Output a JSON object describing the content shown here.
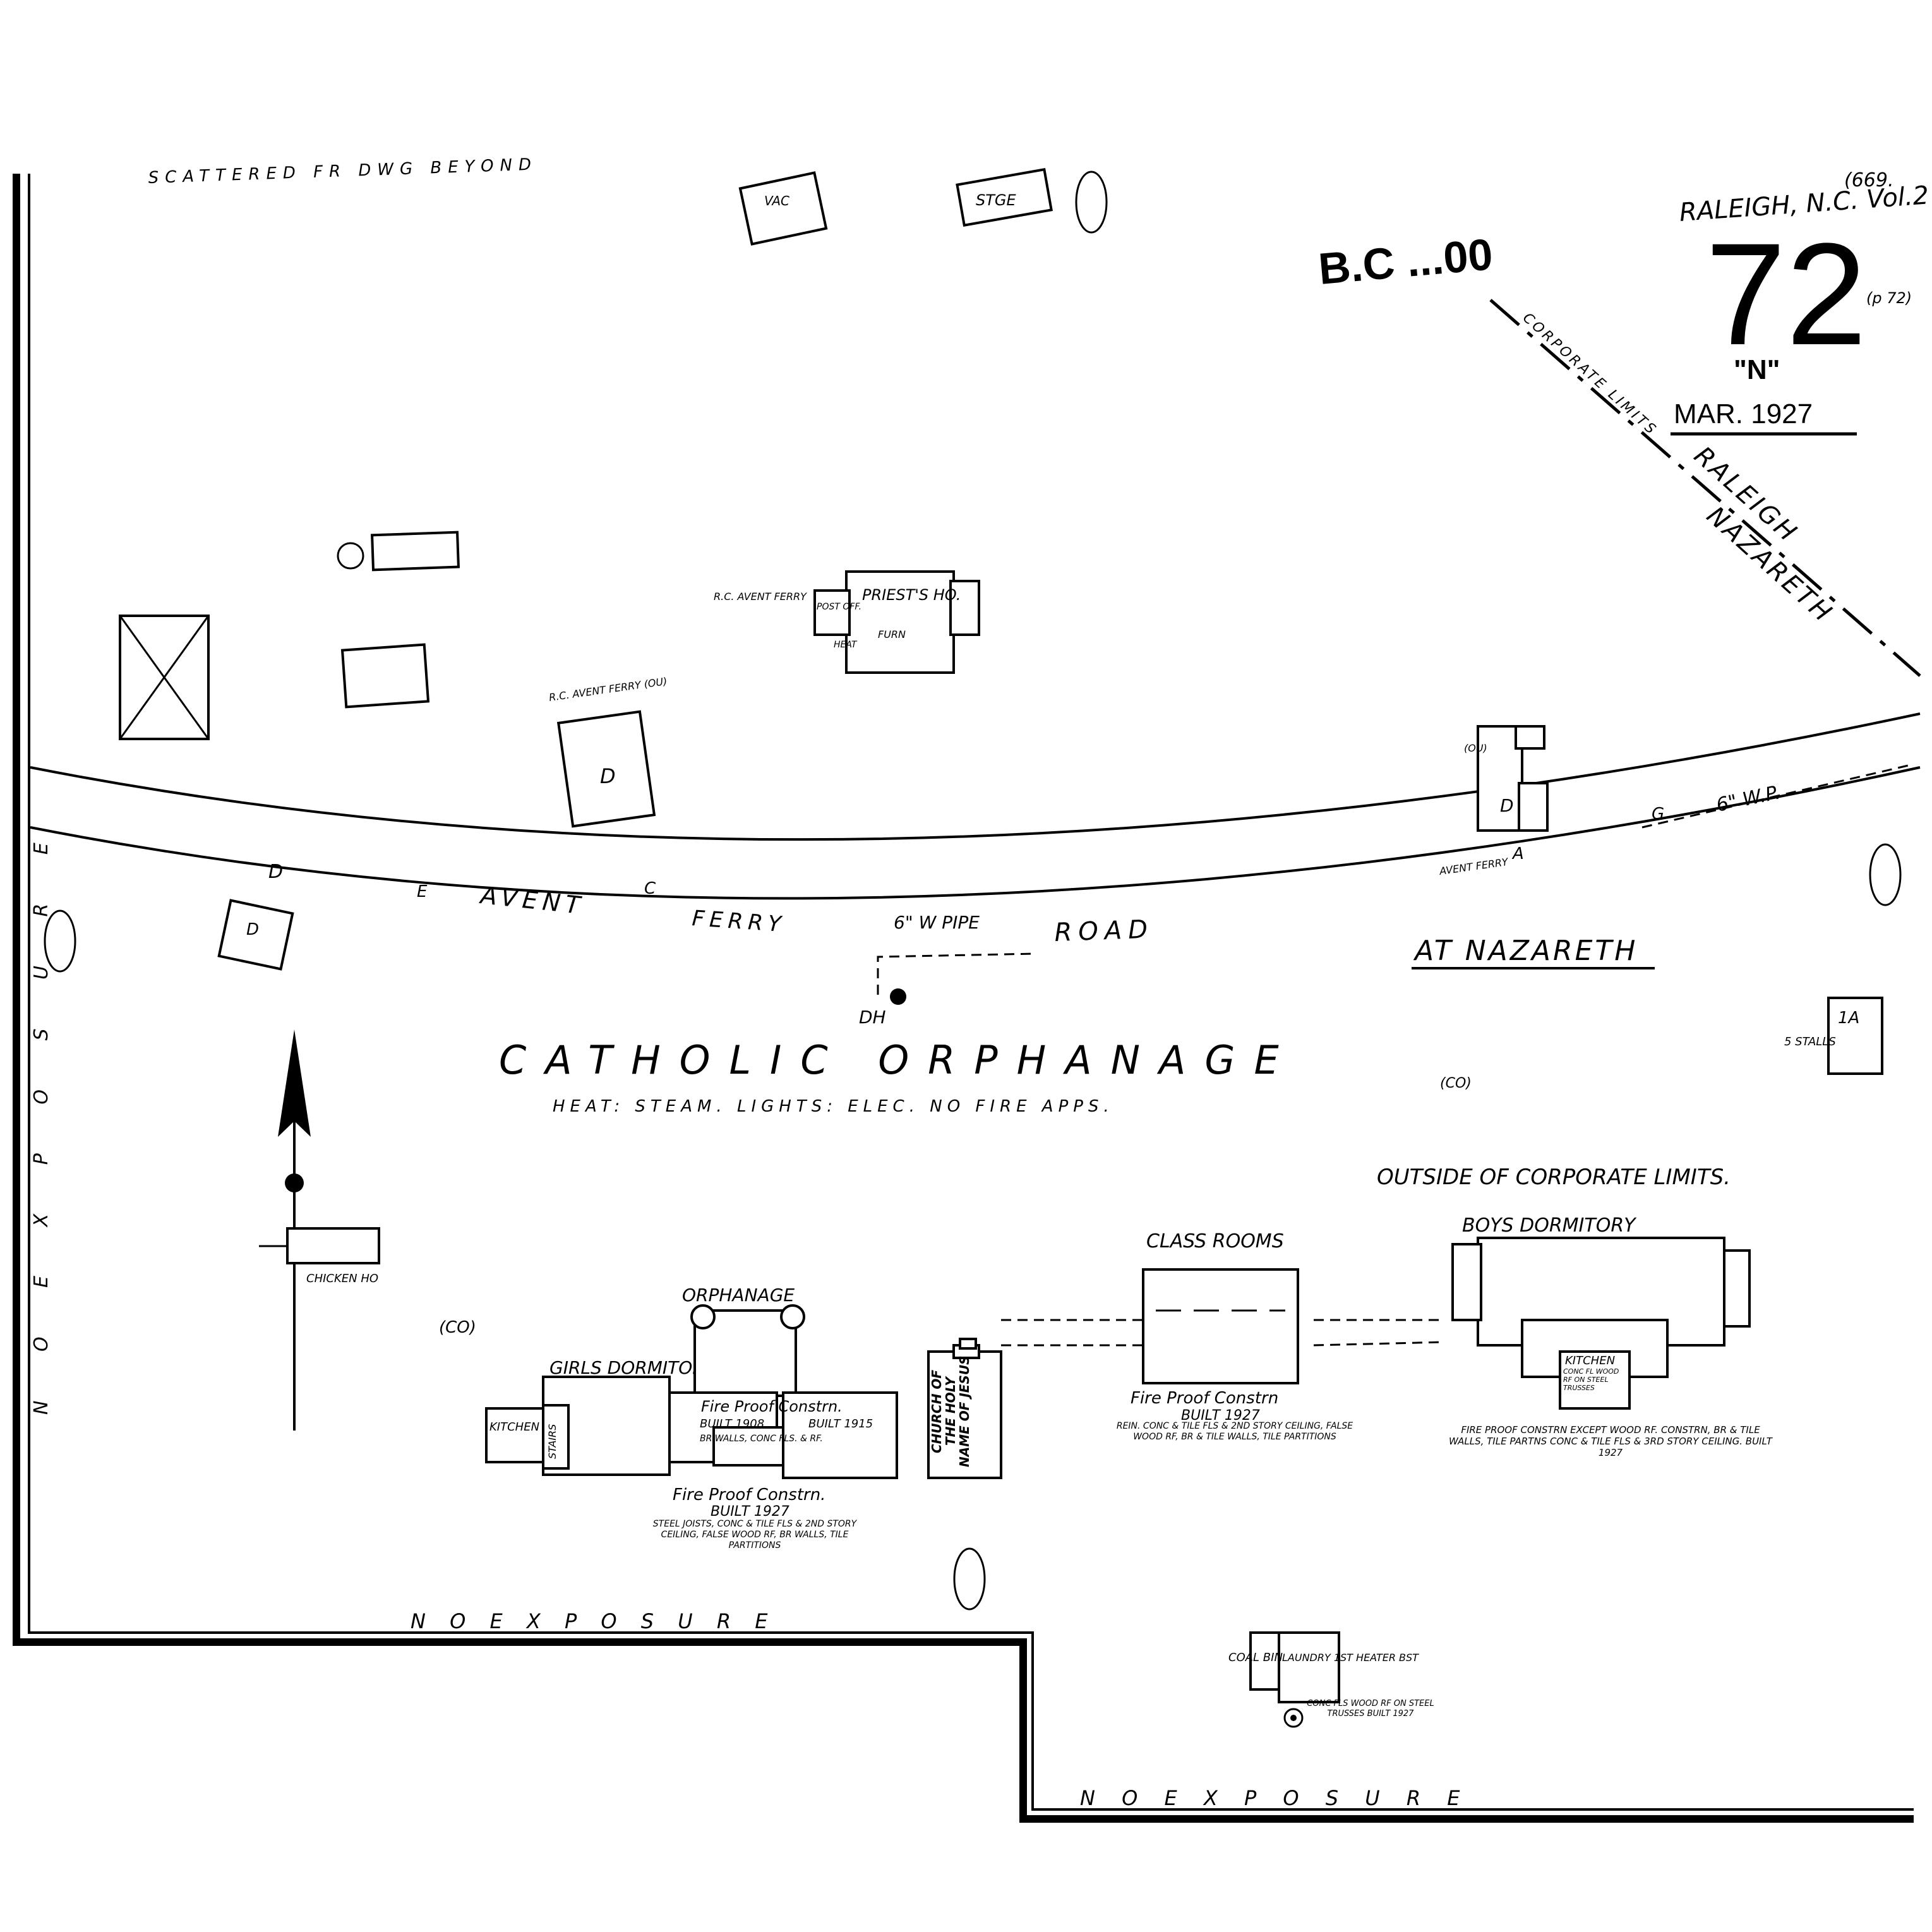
{
  "header": {
    "page_number": "72",
    "volume_ref": "(669.",
    "city": "RALEIGH, N.C. Vol.2",
    "page_ref": "(p 72)",
    "north_label": "\"N\"",
    "date": "MAR. 1927",
    "top_stamp": "B.C ...00"
  },
  "top_note": "SCATTERED FR DWG BEYOND",
  "roads": {
    "main_road": [
      "AVENT",
      "FERRY",
      "ROAD"
    ],
    "street_letters": [
      "D",
      "E",
      "C",
      "G",
      "A"
    ],
    "avent_ferry_small": "AVENT FERRY",
    "diagonal": [
      "RALEIGH",
      "NAZARETH"
    ],
    "corporate_limits": "CORPORATE LIMITS",
    "water_pipe": "6\" W PIPE",
    "water_pipe_right": "6\" W.P.",
    "hydrant": "DH"
  },
  "place": {
    "at_nazareth": "AT NAZARETH",
    "title": "CATHOLIC ORPHANAGE",
    "subtitle": "HEAT: STEAM. LIGHTS: ELEC. NO FIRE APPS.",
    "outside_limits": "OUTSIDE OF CORPORATE LIMITS."
  },
  "exposures": {
    "bottom_left": "N O   E X P O S U R E",
    "bottom_right": "N O   E X P O S U R E",
    "left_side": "N O  E X P O S U R E"
  },
  "small_labels": {
    "vac": "VAC",
    "stge": "STGE",
    "priests_house": "PRIEST'S HO.",
    "post_off": "POST OFF.",
    "heat": "HEAT",
    "furn": "FURN",
    "rc_avent_ferry": "R.C. AVENT FERRY",
    "rc_ou": "R.C. AVENT FERRY (OU)",
    "ou": "(OU)",
    "d": "D",
    "chicken": "CHICKEN HO",
    "stalls": "5 STALLS",
    "a_stable": "1A",
    "co": "(CO)",
    "co_left": "(CO)"
  },
  "buildings": {
    "orphanage": "ORPHANAGE",
    "girls_dorm": "GIRLS DORMITORY",
    "kitchen_left": "KITCHEN",
    "stairs": "STAIRS",
    "fire_proof_1": "Fire Proof Constrn.",
    "built_1908": "BUILT 1908",
    "built_1915": "BUILT 1915",
    "walls_note": "BR WALLS, CONC FLS. & RF.",
    "fire_proof_2": "Fire Proof Constrn.",
    "built_1927": "BUILT 1927",
    "girls_note": "STEEL JOISTS, CONC & TILE FLS & 2ND STORY CEILING, FALSE WOOD RF, BR WALLS, TILE PARTITIONS",
    "church": "CHURCH OF THE HOLY NAME OF JESUS",
    "class_rooms": "CLASS ROOMS",
    "class_fire_proof": "Fire Proof Constrn",
    "class_built": "BUILT 1927",
    "class_note": "REIN. CONC & TILE FLS & 2ND STORY CEILING, FALSE WOOD RF, BR & TILE WALLS, TILE PARTITIONS",
    "boys_dorm": "BOYS DORMITORY",
    "boys_kitchen": "KITCHEN",
    "boys_kitchen_note": "CONC FL WOOD RF ON STEEL TRUSSES",
    "boys_note": "FIRE PROOF CONSTRN EXCEPT WOOD RF. CONSTRN, BR & TILE WALLS, TILE PARTNS CONC & TILE FLS & 3RD STORY CEILING. BUILT 1927",
    "coal_bin": "COAL BIN",
    "laundry": "LAUNDRY 1ST HEATER BST",
    "laundry_note": "CONC FLS WOOD RF ON STEEL TRUSSES BUILT 1927"
  },
  "colors": {
    "ink": "#000000",
    "paper": "#ffffff"
  }
}
